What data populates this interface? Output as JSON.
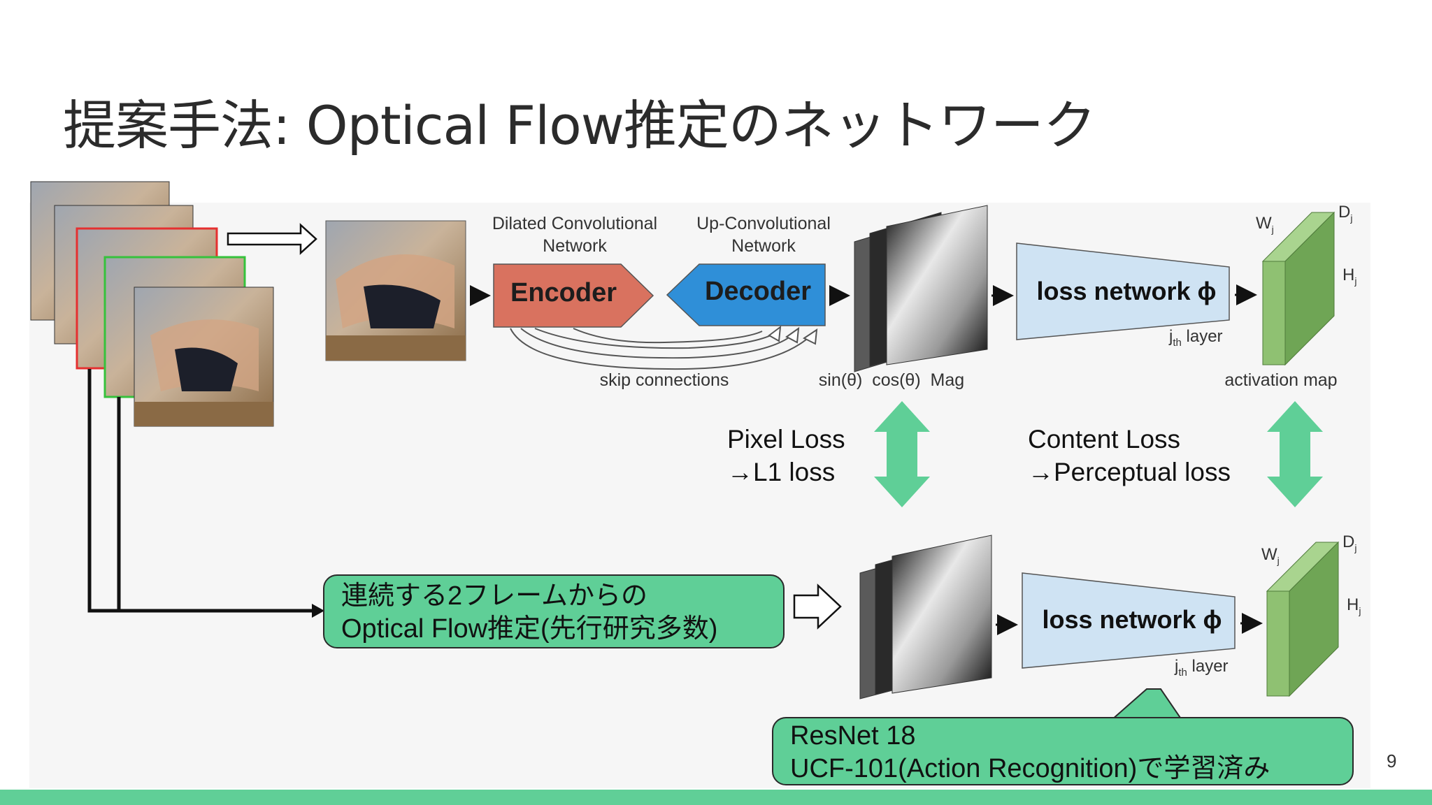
{
  "title": "提案手法: Optical Flow推定のネットワーク",
  "page_number": "9",
  "diagram": {
    "dilated_label_line1": "Dilated Convolutional",
    "dilated_label_line2": "Network",
    "upconv_label_line1": "Up-Convolutional",
    "upconv_label_line2": "Network",
    "encoder": "Encoder",
    "decoder": "Decoder",
    "skip_connections": "skip connections",
    "flow_channel_labels": "sin(θ)  cos(θ)  Mag",
    "loss_network": "loss network ϕ",
    "jth_layer_j": "j",
    "jth_layer_sub": "th",
    "jth_layer_word": "layer",
    "activation_map": "activation map",
    "w_label": "W",
    "h_label": "H",
    "d_label": "D",
    "dim_sub": "j"
  },
  "losses": {
    "pixel_line1": "Pixel Loss",
    "pixel_line2": "→L1 loss",
    "content_line1": "Content Loss",
    "content_line2": "→Perceptual loss"
  },
  "callouts": {
    "optical_flow_line1": "連続する2フレームからの",
    "optical_flow_line2": "Optical Flow推定(先行研究多数)",
    "resnet_line1": "ResNet 18",
    "resnet_line2": "UCF-101(Action Recognition)で学習済み"
  },
  "colors": {
    "encoder": "#d9725f",
    "decoder": "#2f8fd8",
    "loss_network": "#cfe3f3",
    "activation_map": "#8fc172",
    "accent_green": "#60cf97",
    "frame_red": "#e53030",
    "frame_green": "#36c23c"
  }
}
